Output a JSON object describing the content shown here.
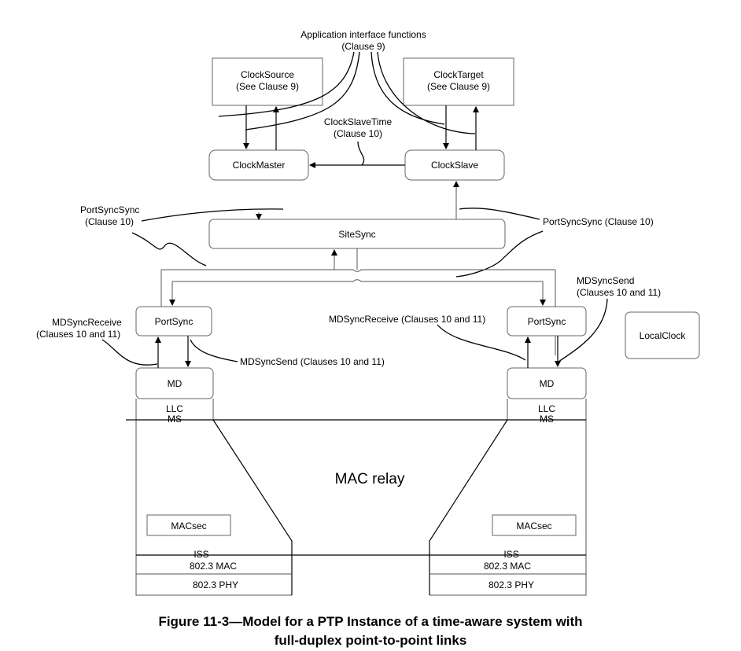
{
  "diagram": {
    "app_interface": [
      "Application interface functions",
      "(Clause 9)"
    ],
    "clock_source": [
      "ClockSource",
      "(See Clause 9)"
    ],
    "clock_target": [
      "ClockTarget",
      "(See Clause 9)"
    ],
    "clock_slave_time": [
      "ClockSlaveTime",
      "(Clause 10)"
    ],
    "clock_master": "ClockMaster",
    "clock_slave": "ClockSlave",
    "port_sync_sync_left": [
      "PortSyncSync",
      "(Clause 10)"
    ],
    "port_sync_sync_right": "PortSyncSync (Clause 10)",
    "site_sync": "SiteSync",
    "md_sync_send_right": [
      "MDSyncSend",
      "(Clauses 10 and 11)"
    ],
    "md_sync_receive_left": [
      "MDSyncReceive",
      "(Clauses 10 and 11)"
    ],
    "md_sync_receive_right": "MDSyncReceive (Clauses 10 and 11)",
    "md_sync_send_left": "MDSyncSend (Clauses 10 and 11)",
    "port_sync": "PortSync",
    "local_clock": "LocalClock",
    "md": "MD",
    "llc": "LLC",
    "ms": "MS",
    "mac_relay": "MAC relay",
    "macsec": "MACsec",
    "iss": "ISS",
    "mac_802_3": "802.3 MAC",
    "phy_802_3": "802.3 PHY"
  },
  "caption": {
    "line1": "Figure 11-3—Model for a PTP Instance of a time-aware system with",
    "line2": "full-duplex point-to-point links"
  }
}
